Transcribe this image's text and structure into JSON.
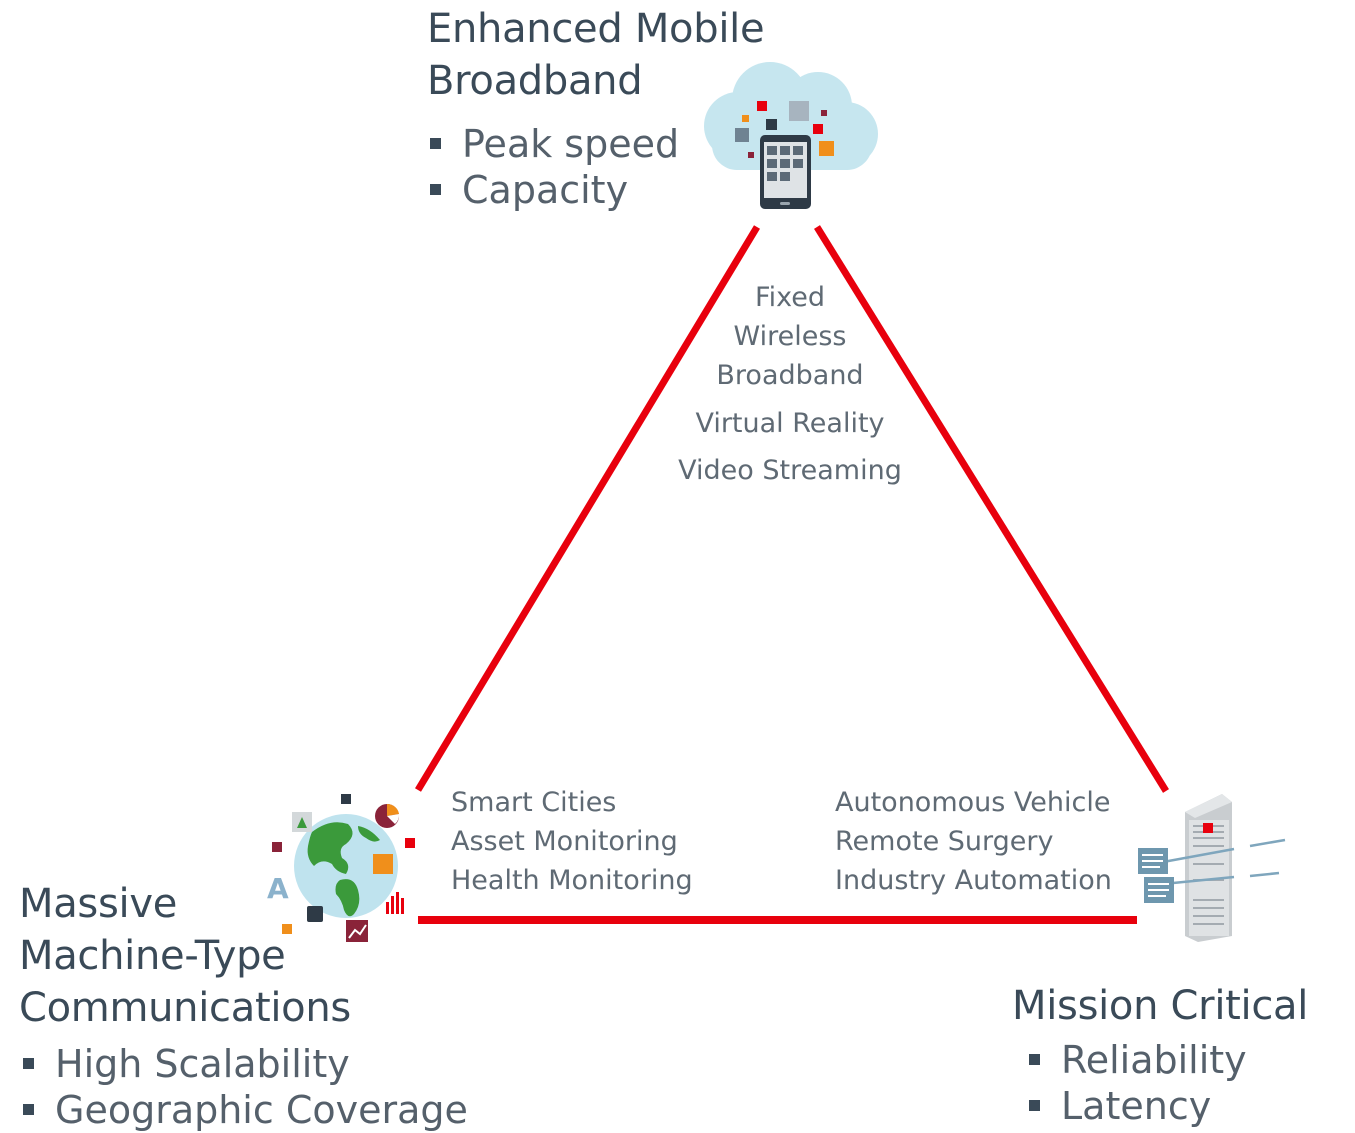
{
  "colors": {
    "edge": "#e8000d",
    "heading": "#3a4a58",
    "bullet_text": "#55606b",
    "usecase_text": "#5f6a74"
  },
  "embb": {
    "title_line1": "Enhanced Mobile",
    "title_line2": "Broadband",
    "bullets": [
      "Peak speed",
      "Capacity"
    ],
    "icon": "cloud-tablet-icon"
  },
  "mmtc": {
    "title_line1": "Massive",
    "title_line2": "Machine-Type",
    "title_line3": "Communications",
    "bullets": [
      "High Scalability",
      "Geographic Coverage"
    ],
    "icon": "globe-devices-icon"
  },
  "mission": {
    "title": "Mission Critical",
    "bullets": [
      "Reliability",
      "Latency"
    ],
    "icon": "server-icon"
  },
  "use_cases": {
    "top": [
      "Fixed",
      "Wireless",
      "Broadband",
      "Virtual Reality",
      "Video Streaming"
    ],
    "bottom_left": [
      "Smart Cities",
      "Asset Monitoring",
      "Health Monitoring"
    ],
    "bottom_right": [
      "Autonomous Vehicle",
      "Remote Surgery",
      "Industry Automation"
    ]
  }
}
